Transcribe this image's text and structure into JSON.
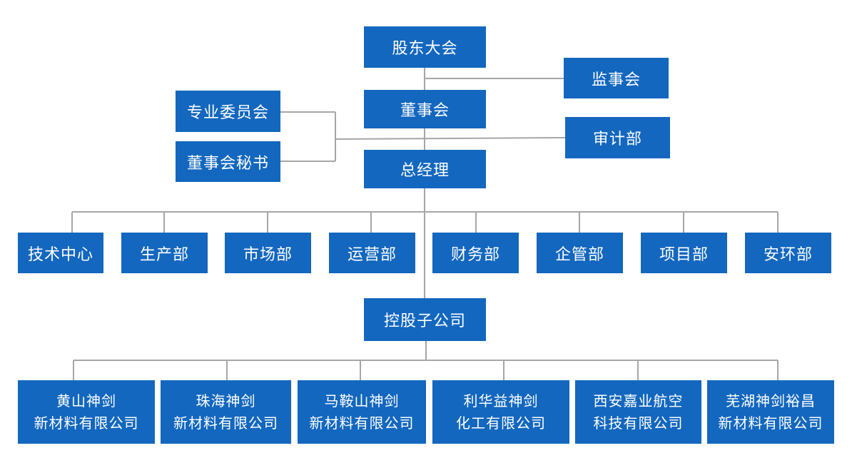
{
  "top": {
    "shareholders": "股东大会",
    "supervisors": "监事会",
    "board": "董事会",
    "committees": "专业委员会",
    "secretary": "董事会秘书",
    "audit": "审计部",
    "gm": "总经理",
    "holding": "控股子公司"
  },
  "departments": [
    "技术中心",
    "生产部",
    "市场部",
    "运营部",
    "财务部",
    "企管部",
    "项目部",
    "安环部"
  ],
  "subsidiaries": [
    {
      "line1": "黄山神剑",
      "line2": "新材料有限公司"
    },
    {
      "line1": "珠海神剑",
      "line2": "新材料有限公司"
    },
    {
      "line1": "马鞍山神剑",
      "line2": "新材料有限公司"
    },
    {
      "line1": "利华益神剑",
      "line2": "化工有限公司"
    },
    {
      "line1": "西安嘉业航空",
      "line2": "科技有限公司"
    },
    {
      "line1": "芜湖神剑裕昌",
      "line2": "新材料有限公司"
    }
  ],
  "colors": {
    "box": "#1367bf",
    "connector": "#a6a6a6",
    "text": "#ffffff"
  }
}
